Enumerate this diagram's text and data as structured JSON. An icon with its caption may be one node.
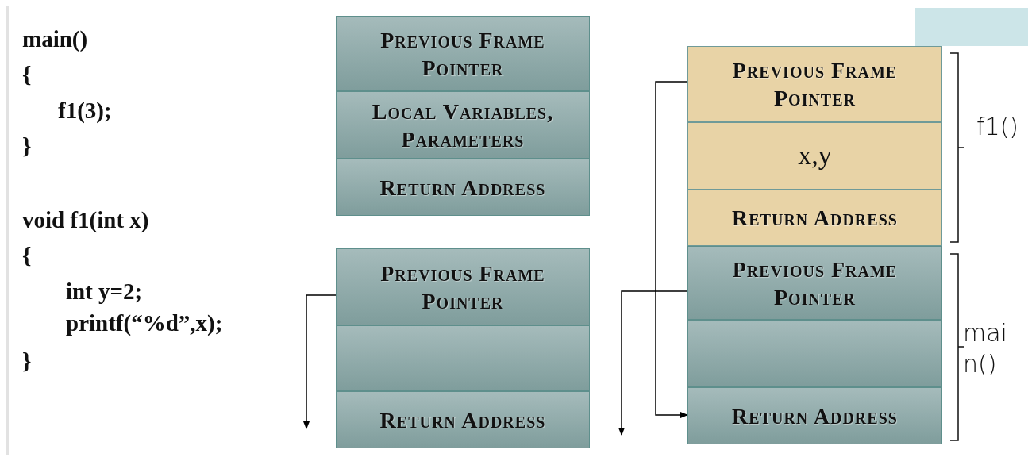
{
  "diagram": {
    "nodes": [
      {
        "text": [
          "Previous Frame Pointer"
        ]
      },
      {
        "text": [
          "Local Variables, Parameters"
        ]
      },
      {
        "text": [
          "Return Address"
        ]
      },
      {
        "text": [
          "Previous Frame Pointer"
        ]
      },
      {
        "text": [],
        "shape": "box"
      },
      {
        "text": [
          "Return Address"
        ]
      },
      {
        "text": [
          "Previous Frame Pointer"
        ]
      },
      {
        "text": [
          "x,y"
        ]
      },
      {
        "text": [
          "Return Address"
        ]
      },
      {
        "text": [
          "Previous Frame Pointer"
        ]
      },
      {
        "text": [],
        "shape": "box"
      },
      {
        "text": [
          "Return Address"
        ]
      }
    ],
    "edges": [
      {
        "from": 3,
        "to": null,
        "arrow": "to"
      },
      {
        "from": 9,
        "to": null,
        "arrow": "to"
      },
      {
        "from": 6,
        "to": 11,
        "arrow": "to"
      }
    ],
    "labels": [
      "main()",
      "{",
      "f1(3);",
      "}",
      "void f1(int x)",
      "{",
      "int y=2;",
      "printf(“%d”,x);",
      "}",
      "f1()",
      "main()"
    ]
  }
}
